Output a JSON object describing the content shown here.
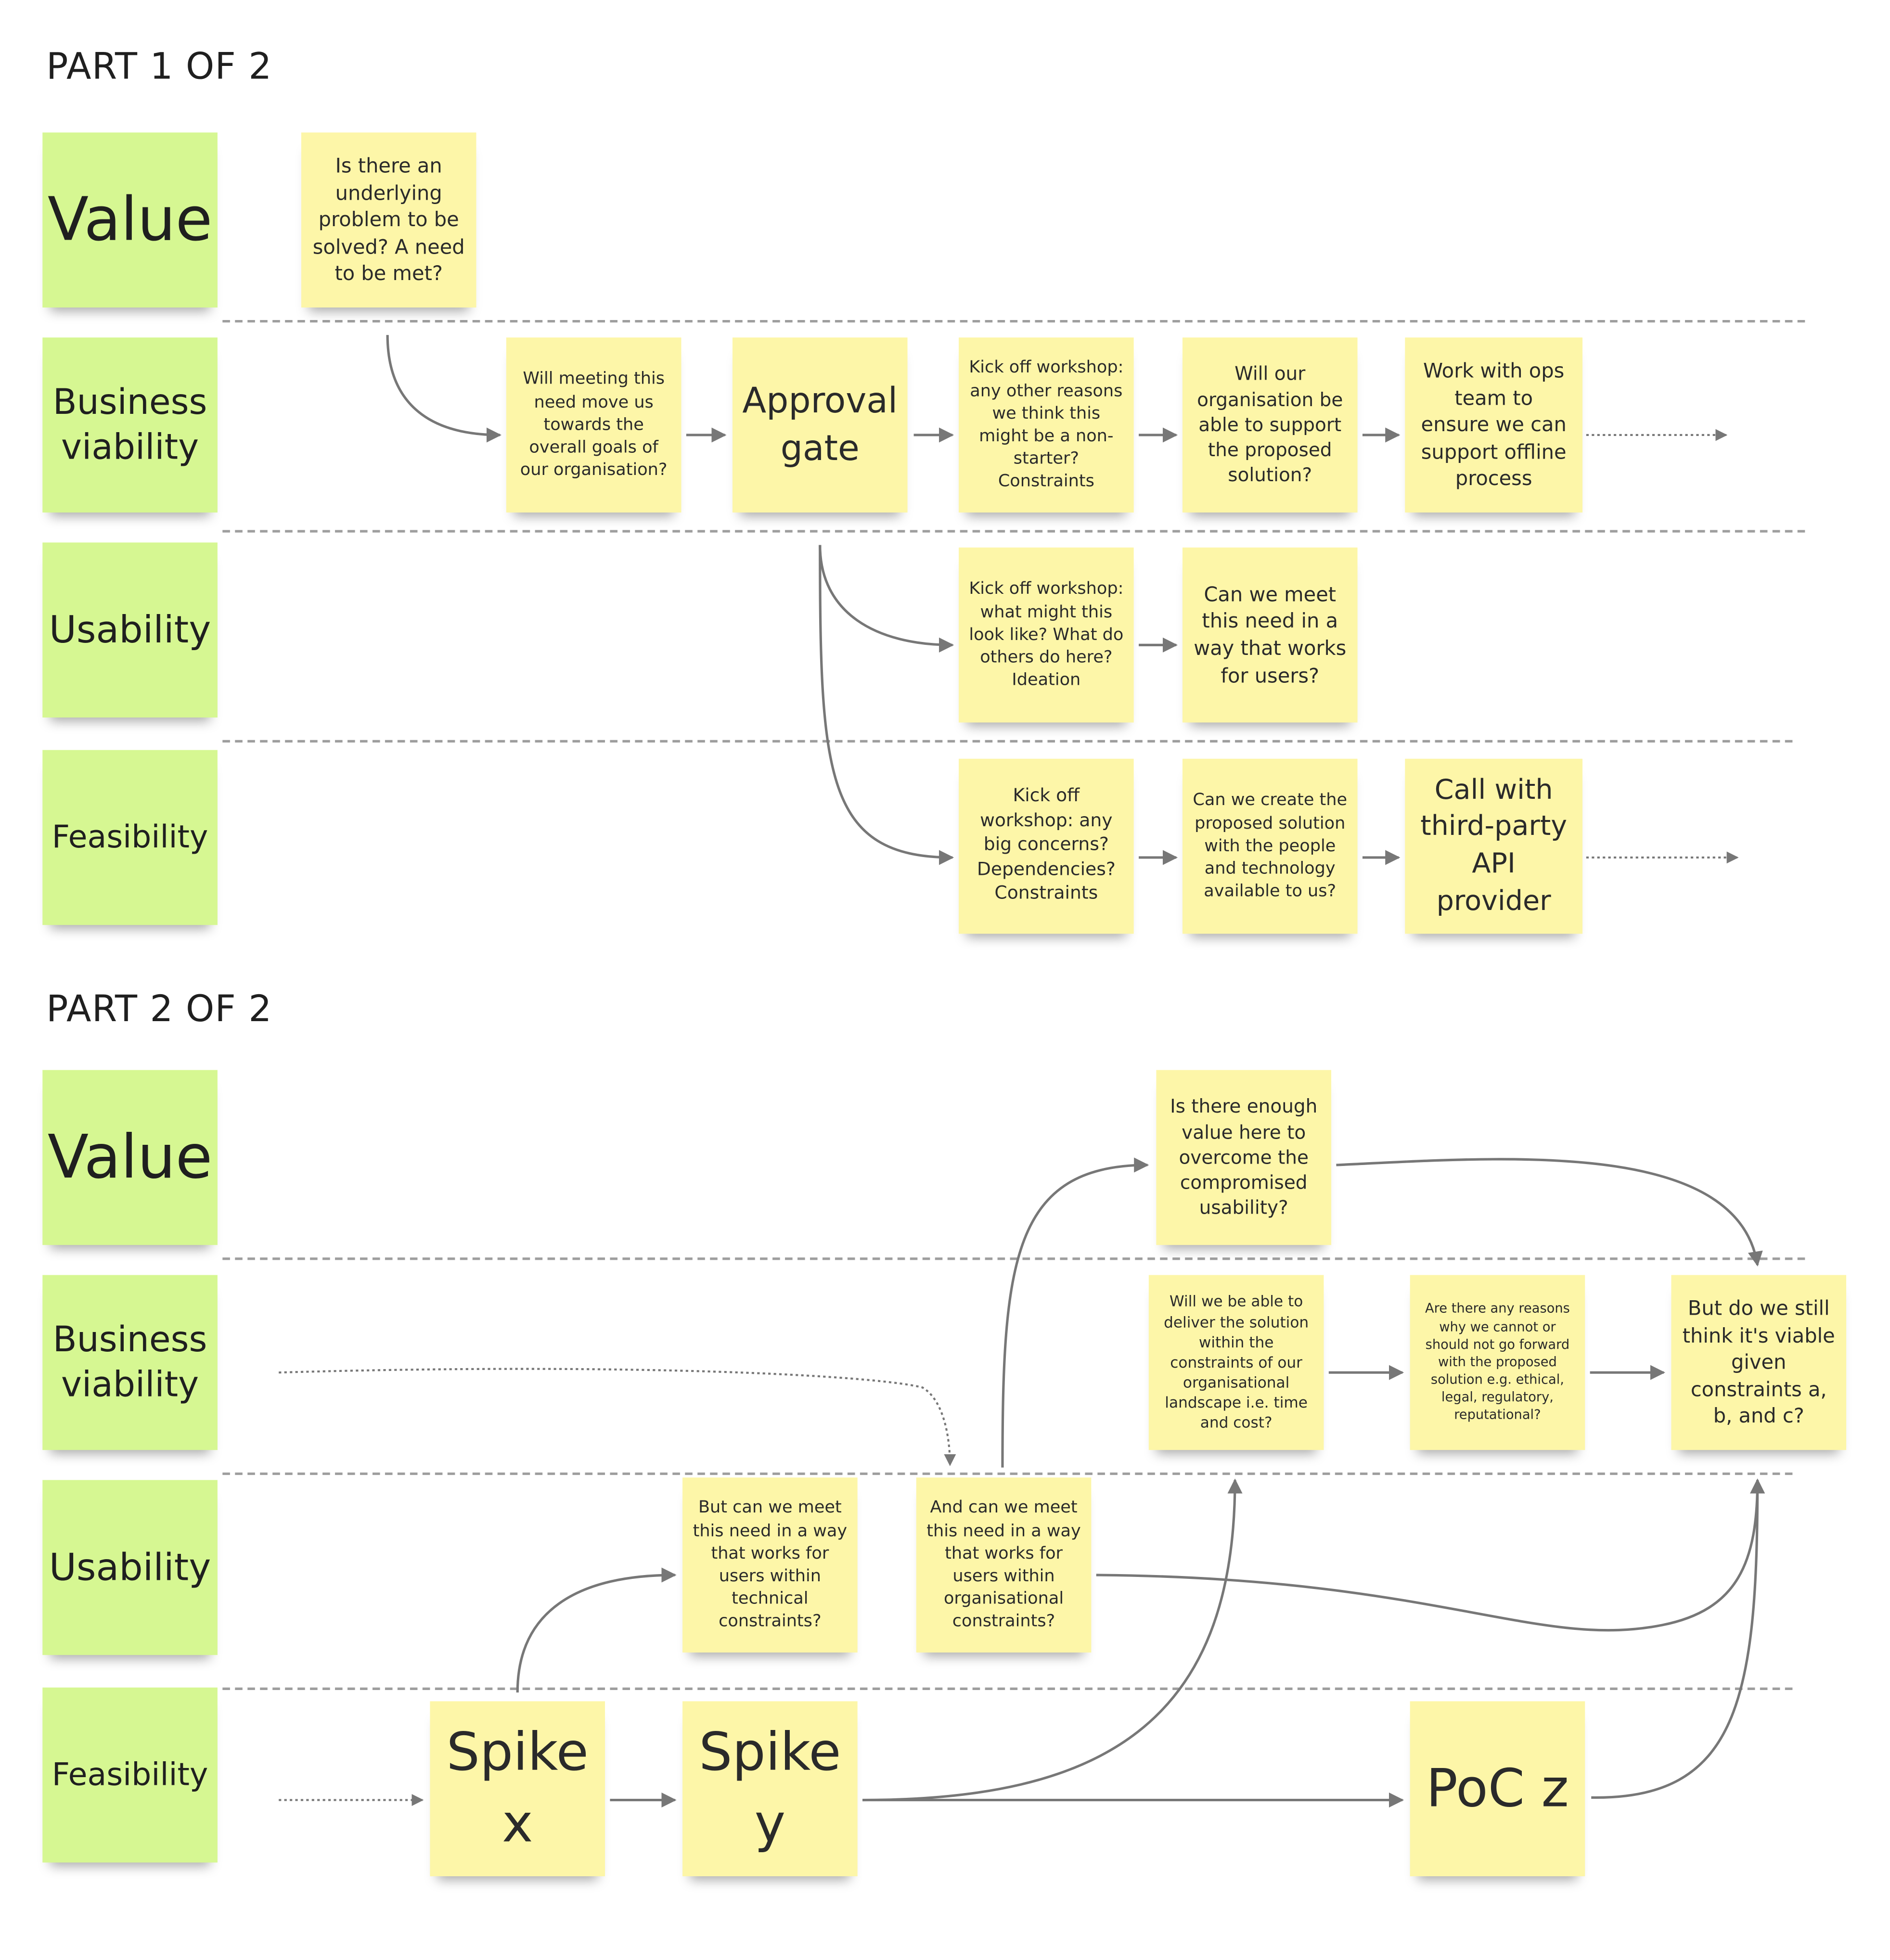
{
  "parts": [
    {
      "title": "PART 1 OF 2"
    },
    {
      "title": "PART 2 OF 2"
    }
  ],
  "lanes": {
    "value": "Value",
    "business": "Business\nviability",
    "usability": "Usability",
    "feasibility": "Feasibility"
  },
  "part1": {
    "notes": {
      "underlying_problem": "Is there an\nunderlying\nproblem to be\nsolved? A need\nto be met?",
      "goals": "Will meeting this\nneed move us\ntowards the\noverall goals of\nour organisation?",
      "approval_gate": "Approval\ngate",
      "kickoff_other_reasons": "Kick off workshop:\nany other reasons\nwe think this\nmight be a non-\nstarter?\nConstraints",
      "support_solution": "Will our\norganisation be\nable to support\nthe proposed\nsolution?",
      "work_with_ops": "Work with ops\nteam to\nensure we can\nsupport offline\nprocess",
      "kickoff_ideation": "Kick off workshop:\nwhat might this\nlook like? What do\nothers do here?\nIdeation",
      "meet_need_users": "Can we meet\nthis need in a\nway that works\nfor users?",
      "kickoff_concerns": "Kick off\nworkshop: any\nbig concerns?\nDependencies?\nConstraints",
      "create_solution": "Can we create the\nproposed solution\nwith the people\nand technology\navailable to us?",
      "call_api_provider": "Call with\nthird-party\nAPI\nprovider"
    }
  },
  "part2": {
    "notes": {
      "enough_value": "Is there enough\nvalue here to\novercome the\ncompromised\nusability?",
      "deliver_within_constraints": "Will we be able to\ndeliver the solution\nwithin the\nconstraints of our\norganisational\nlandscape i.e. time\nand cost?",
      "any_reasons": "Are there any reasons\nwhy we cannot or\nshould not go forward\nwith the proposed\nsolution e.g. ethical,\nlegal, regulatory,\nreputational?",
      "still_viable": "But do we still\nthink it's viable\ngiven\nconstraints a,\nb, and c?",
      "technical_constraints": "But can we meet\nthis need in a way\nthat works for\nusers within\ntechnical\nconstraints?",
      "organisational_constraints": "And can we meet\nthis need in a way\nthat works for\nusers within\norganisational\nconstraints?",
      "spike_x": "Spike\nx",
      "spike_y": "Spike\ny",
      "poc_z": "PoC z"
    }
  },
  "colors": {
    "lane_label": "#d6f792",
    "sticky_note": "#fdf6a8",
    "connector": "#777777",
    "separator": "#9e9e9e"
  }
}
